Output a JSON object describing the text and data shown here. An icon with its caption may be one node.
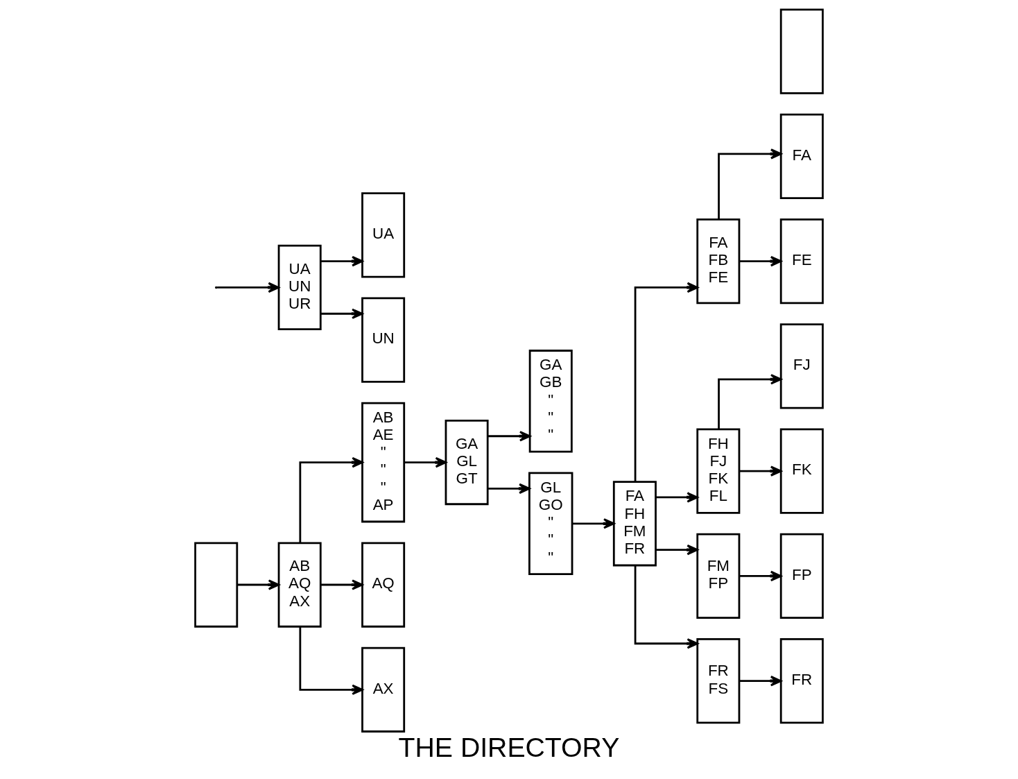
{
  "diagram": {
    "caption": "THE DIRECTORY",
    "nodes": [
      {
        "text": [],
        "shape": "box"
      },
      {
        "text": [
          "AB",
          "AQ",
          "AX"
        ]
      },
      {
        "text": [
          "AB",
          "AE",
          "\"",
          "\"",
          "\"",
          "AP"
        ]
      },
      {
        "text": [
          "AQ"
        ]
      },
      {
        "text": [
          "AX"
        ]
      },
      {
        "text": [
          "GA",
          "GL",
          "GT"
        ]
      },
      {
        "text": [
          "GA",
          "GB",
          "\"",
          "\"",
          "\""
        ]
      },
      {
        "text": [
          "GL",
          "GO",
          "\"",
          "\"",
          "\""
        ]
      },
      {
        "text": [
          "UA",
          "UN",
          "UR"
        ]
      },
      {
        "text": [
          "UA"
        ]
      },
      {
        "text": [
          "UN"
        ]
      },
      {
        "text": [
          "FA",
          "FH",
          "FM",
          "FR"
        ]
      },
      {
        "text": [
          "FA",
          "FB",
          "FE"
        ]
      },
      {
        "text": [
          "FH",
          "FJ",
          "FK",
          "FL"
        ]
      },
      {
        "text": [
          "FM",
          "FP"
        ]
      },
      {
        "text": [
          "FR",
          "FS"
        ]
      },
      {
        "text": [
          "FA"
        ]
      },
      {
        "text": [
          "FE"
        ]
      },
      {
        "text": [
          "FJ"
        ]
      },
      {
        "text": [
          "FK"
        ]
      },
      {
        "text": [
          "FP"
        ]
      },
      {
        "text": [
          "FR"
        ]
      },
      {
        "text": [],
        "shape": "box"
      }
    ],
    "edges": [
      {
        "from": 0,
        "to": 1,
        "arrow": "to"
      },
      {
        "from": 1,
        "to": 2,
        "arrow": "to"
      },
      {
        "from": 1,
        "to": 3,
        "arrow": "to"
      },
      {
        "from": 1,
        "to": 4,
        "arrow": "to"
      },
      {
        "from": 2,
        "to": 5,
        "arrow": "to"
      },
      {
        "from": null,
        "to": 8,
        "arrow": "to"
      },
      {
        "from": 5,
        "to": 6,
        "arrow": "to"
      },
      {
        "from": 5,
        "to": 7,
        "arrow": "to"
      },
      {
        "from": 7,
        "to": 11,
        "arrow": "to"
      },
      {
        "from": 8,
        "to": 9,
        "arrow": "to"
      },
      {
        "from": 8,
        "to": 10,
        "arrow": "to"
      },
      {
        "from": 11,
        "to": 12,
        "arrow": "to"
      },
      {
        "from": 11,
        "to": 13,
        "arrow": "to"
      },
      {
        "from": 11,
        "to": 14,
        "arrow": "to"
      },
      {
        "from": 11,
        "to": 15,
        "arrow": "to"
      },
      {
        "from": 12,
        "to": 16,
        "arrow": "to"
      },
      {
        "from": 12,
        "to": 17,
        "arrow": "to"
      },
      {
        "from": 13,
        "to": 18,
        "arrow": "to"
      },
      {
        "from": 13,
        "to": 19,
        "arrow": "to"
      },
      {
        "from": 14,
        "to": 20,
        "arrow": "to"
      },
      {
        "from": 15,
        "to": 21,
        "arrow": "to"
      }
    ]
  }
}
